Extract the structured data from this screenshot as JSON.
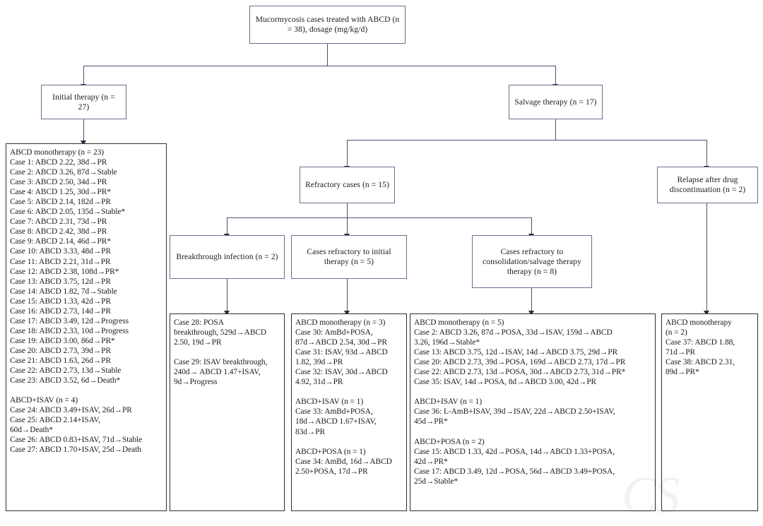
{
  "figure": {
    "kind": "clinical-treatment-flowchart",
    "watermark": "CS"
  },
  "nodes": {
    "root": "Mucormycosis cases treated with\nABCD (n = 38), dosage (mg/kg/d)",
    "initial_therapy": "Initial therapy\n(n = 27)",
    "salvage_therapy": "Salvage therapy\n(n = 17)",
    "refractory_cases": "Refractory cases\n(n = 15)",
    "relapse": "Relapse after drug\ndiscontinuation (n = 2)",
    "breakthrough": "Breakthrough infection\n(n = 2)",
    "refractory_initial": "Cases refractory to\ninitial therapy (n = 5)",
    "refractory_consolidation": "Cases refractory to\nconsolidation/salvage\ntherapy therapy (n = 8)"
  },
  "lists": {
    "initial_therapy_cases": [
      "ABCD monotherapy (n = 23)",
      "Case 1: ABCD 2.22, 38d→PR",
      "Case 2: ABCD 3.26, 87d→Stable",
      "Case 3: ABCD 2.50, 34d→PR",
      "Case 4: ABCD 1.25, 30d→PR*",
      "Case 5: ABCD 2.14, 182d→PR",
      "Case 6: ABCD 2.05, 135d→Stable*",
      "Case 7: ABCD 2.31, 73d→PR",
      "Case 8: ABCD 2.42, 38d→PR",
      "Case 9: ABCD 2.14, 46d→PR*",
      "Case 10: ABCD 3.33, 48d→PR",
      "Case 11: ABCD 2.21, 31d→PR",
      "Case 12: ABCD 2.38, 108d→PR*",
      "Case 13: ABCD 3.75, 12d→PR",
      "Case 14: ABCD 1.82, 7d→Stable",
      "Case 15: ABCD 1.33, 42d→PR",
      "Case 16: ABCD 2.73, 14d→PR",
      "Case 17: ABCD 3.49, 12d→Progress",
      "Case 18: ABCD 2.33, 10d→Progress",
      "Case 19: ABCD 3.00, 86d→PR*",
      "Case 20: ABCD 2.73, 39d→PR",
      "Case 21: ABCD 1.63, 26d→PR",
      "Case 22: ABCD 2.73, 13d→Stable",
      "Case 23: ABCD 3.52, 6d→Death*",
      "",
      "ABCD+ISAV (n = 4)",
      "Case 24: ABCD 3.49+ISAV, 26d→PR",
      "Case 25: ABCD 2.14+ISAV,",
      "60d→Death*",
      "Case 26: ABCD 0.83+ISAV, 71d→Stable",
      "Case 27: ABCD 1.70+ISAV, 25d→Death"
    ],
    "breakthrough_cases": [
      "Case 28: POSA",
      "breakthrough, 529d→ABCD",
      "2.50, 19d→PR",
      "",
      "Case 29: ISAV breakthrough,",
      "240d→ ABCD 1.47+ISAV,",
      "9d→Progress"
    ],
    "refractory_initial_cases": [
      "ABCD monotherapy (n = 3)",
      "Case 30: AmBd+POSA,",
      "87d→ABCD 2.54, 30d→PR",
      "Case 31: ISAV, 93d→ABCD",
      "1.82, 39d→PR",
      "Case 32: ISAV, 30d→ABCD",
      "4.92, 31d→PR",
      "",
      "ABCD+ISAV (n = 1)",
      "Case 33: AmBd+POSA,",
      "18d→ABCD 1.67+ISAV,",
      "83d→PR",
      "",
      "ABCD+POSA (n = 1)",
      "Case 34: AmBd, 16d→ABCD",
      "2.50+POSA, 17d→PR"
    ],
    "refractory_consolidation_cases": [
      "ABCD monotherapy (n = 5)",
      "Case 2: ABCD 3.26, 87d→POSA, 33d→ISAV, 159d→ABCD",
      "3.26, 196d→Stable*",
      "Case 13: ABCD 3.75, 12d→ISAV, 14d→ABCD 3.75, 29d→PR",
      "Case 20: ABCD 2.73, 39d→POSA, 169d→ABCD 2.73, 17d→PR",
      "Case 22: ABCD 2.73, 13d→POSA, 30d→ABCD 2.73, 31d→PR*",
      "Case 35: ISAV, 14d→POSA, 8d→ABCD 3.00, 42d→PR",
      "",
      "ABCD+ISAV (n = 1)",
      "Case 36: L-AmB+ISAV, 39d→ISAV, 22d→ABCD 2.50+ISAV,",
      "45d→PR*",
      "",
      "ABCD+POSA (n = 2)",
      "Case 15: ABCD 1.33, 42d→POSA, 14d→ABCD 1.33+POSA,",
      "42d→PR*",
      "Case 17: ABCD 3.49, 12d→POSA, 56d→ABCD 3.49+POSA,",
      "25d→Stable*"
    ],
    "relapse_cases": [
      "ABCD monotherapy",
      "(n = 2)",
      "Case 37: ABCD 1.88,",
      "71d→PR",
      "Case 38: ABCD 2.31,",
      "89d→PR*"
    ]
  },
  "colors": {
    "node_border": "#6b6f8e",
    "list_border": "#2e2e2e",
    "connector": "#50506a",
    "arrow": "#2b2b3d",
    "text": "#1b1b1b",
    "background": "#ffffff"
  }
}
